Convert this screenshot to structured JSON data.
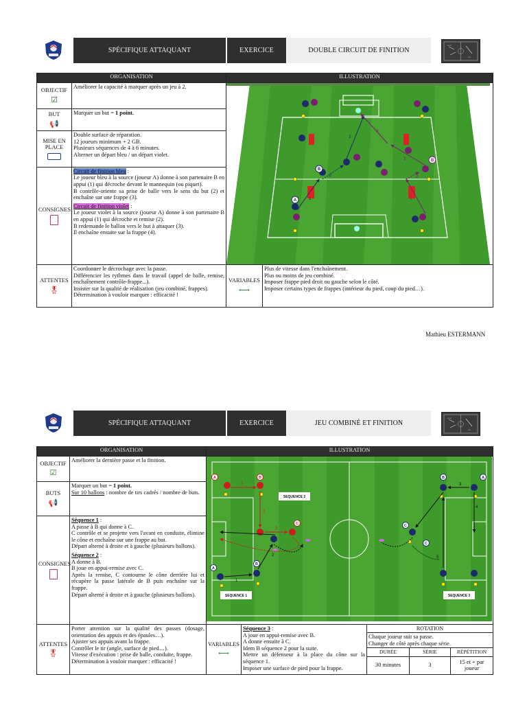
{
  "exercise1": {
    "header": {
      "category": "SPÉCIFIQUE ATTAQUANT",
      "type": "EXERCICE",
      "title": "DOUBLE CIRCUIT DE FINITION"
    },
    "col_org": "ORGANISATION",
    "col_ill": "ILLUSTRATION",
    "objectif": {
      "label": "OBJECTIF",
      "icon": "checkbox-icon",
      "text": "Améliorer la capacité à marquer après un jeu à 2."
    },
    "but": {
      "label": "BUT",
      "icon": "megaphone-icon",
      "text_pre": "Marquer un but = ",
      "text_bold": "1 point."
    },
    "mise": {
      "label_1": "MISE EN",
      "label_2": "PLACE",
      "icon": "rectangle-icon",
      "lines": [
        "Double surface de réparation.",
        "12 joueurs minimum + 2 GB.",
        "Plusieurs séquences de 4 à 6 minutes.",
        "Alterner un départ bleu / un départ violet."
      ]
    },
    "consignes": {
      "label": "CONSIGNES",
      "icon": "clipboard-icon",
      "blue_title": "Circuit de finition bleu",
      "blue_sep": " :",
      "blue_text": "Le joueur bleu à la source (joueur A) donne à son partenaire B en appui (1) qui décroche devant le mannequin (ou piquet).",
      "blue_text2": "B contrôle-oriente sa prise de balle vers le sens du but (2) et enchaîne sur une frappe (3).",
      "violet_title": "Circuit de finition violet",
      "violet_sep": " :",
      "violet_text": "Le joueur violet à la source (joueur A) donne à son partenaire B en appui (1) qui décroche et remise (2).",
      "violet_text2": "B redemande le ballon vers le but à attaquer (3).",
      "violet_text3": "Il enchaîne ensuite sur la frappe (4)."
    },
    "attentes": {
      "label": "ATTENTES",
      "icon": "medal-icon",
      "lines": [
        "Coordonner le décrochage avec la passe.",
        "Différencier les rythmes dans le travail (appel de balle, remise, enchaînement contrôle-frappe...).",
        "Insister sur la qualité de réalisation (jeu combiné, frappes).",
        "Détermination à vouloir marquer : efficacité !"
      ]
    },
    "variables": {
      "label": "VARIABLES",
      "icon": "double-arrow-icon",
      "lines": [
        "Plus de vitesse dans l'enchaînement.",
        "Plus ou moins de jeu combiné.",
        "Imposer frappe pied droit ou gauche selon le côté.",
        "Imposer certains types de frappes (intérieur du pied, coup du pied…)."
      ]
    },
    "diagram": {
      "labels": [
        "A",
        "B",
        "B",
        "1",
        "2",
        "3",
        "1",
        "2",
        "3",
        "4"
      ]
    }
  },
  "signature": "Mathieu ESTERMANN",
  "exercise2": {
    "header": {
      "category": "SPÉCIFIQUE ATTAQUANT",
      "type": "EXERCICE",
      "title": "JEU COMBINÉ ET FINITION"
    },
    "col_org": "ORGANISATION",
    "col_ill": "ILLUSTRATION",
    "objectif": {
      "label": "OBJECTIF",
      "icon": "checkbox-icon",
      "text": "Améliorer la dernière passe et la finition."
    },
    "buts": {
      "label": "BUTS",
      "icon": "megaphone-icon",
      "text_pre": "Marquer un but = ",
      "text_bold": "1 point.",
      "ballons": "Sur 10 ballons",
      "ballons_rest": " : nombre de tirs cadrés / nombre de buts."
    },
    "consignes": {
      "label": "CONSIGNES",
      "icon": "clipboard-icon",
      "seq1_title": "Séquence 1",
      "seq1_lines": [
        "A passe à B qui donne à C.",
        "C contrôle et se projette vers l'avant en conduite, élimine le cône et enchaîne sur une frappe au but.",
        "Départ alterné à droite et à gauche (plusieurs ballons)."
      ],
      "seq2_title": "Séquence 2",
      "seq2_lines": [
        "A donne à B.",
        "B joue en appui-remise avec C.",
        "Après la remise, C contourne le cône derrière lui et récupère la passe latérale de B puis enchaîne sur la frappe.",
        "Départ alterné à droite et à gauche (plusieurs ballons)."
      ]
    },
    "attentes": {
      "label": "ATTENTES",
      "icon": "medal-icon",
      "lines": [
        "Porter attention sur la qualité des passes (dosage, orientation des appuis et des épaules…).",
        "Ajuster ses appuis avant la frappe.",
        "Contrôler le tir (angle, surface de pied…).",
        "Vitesse d'exécution : prise de balle, conduite, frappe.",
        "Détermination à vouloir marquer : efficacité !"
      ]
    },
    "variables": {
      "label": "VARIABLES",
      "icon": "double-arrow-icon",
      "seq3_title": "Séquence 3",
      "lines": [
        "A joue en appui-remise avec B.",
        "A donne ensuite à C.",
        "Idem B séquence 2 pour la suite.",
        "Mettre un défenseur à la place du cône sur la séquence 1.",
        "Imposer une surface de pied pour la frappe."
      ]
    },
    "rotation": {
      "title": "ROTATION",
      "lines": [
        "Chaque joueur suit sa passe.",
        "Changer de côté après chaque série."
      ],
      "headers": [
        "DURÉE",
        "SÉRIE",
        "RÉPÉTITION"
      ],
      "values": [
        "30 minutes",
        "3",
        "15 et + par joueur"
      ]
    },
    "diagram": {
      "seq1": "SEQUENCE 1",
      "seq2": "SEQUENCE 2",
      "seq3": "SEQUENCE 3",
      "labels": [
        "A",
        "B",
        "C",
        "A",
        "B",
        "C",
        "B",
        "A",
        "C",
        "1",
        "2",
        "3",
        "1",
        "2",
        "3",
        "4",
        "5"
      ]
    }
  },
  "colors": {
    "dark": "#2f2f2f",
    "pitch": "#3f9a2c",
    "pitch_light": "#57b33a",
    "blue_hl": "#5b7fd0",
    "violet_hl": "#d66fd6",
    "player_blue": "#1c2a6b",
    "player_violet": "#7a1f6e",
    "player_red": "#c81e1e"
  }
}
